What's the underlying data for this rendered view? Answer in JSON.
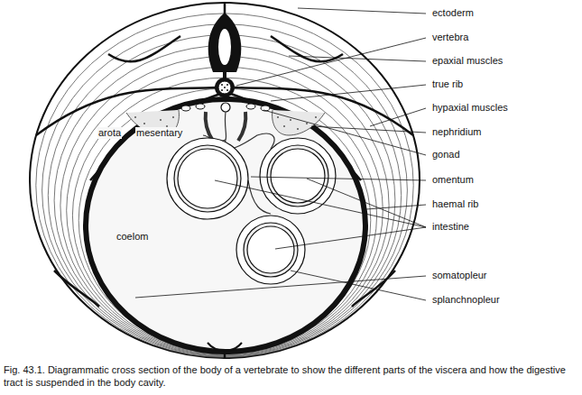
{
  "diagram": {
    "caption": "Fig. 43.1. Diagrammatic cross section of the body of a vertebrate to show the different parts of the viscera and how the digestive tract is suspended in the body cavity.",
    "labels": [
      "ectoderm",
      "vertebra",
      "epaxial muscles",
      "true rib",
      "hypaxial muscles",
      "nephridium",
      "arota",
      "mesentary",
      "gonad",
      "omentum",
      "haemal rib",
      "intestine",
      "coelom",
      "somatopleur",
      "splanchnopleur"
    ]
  }
}
